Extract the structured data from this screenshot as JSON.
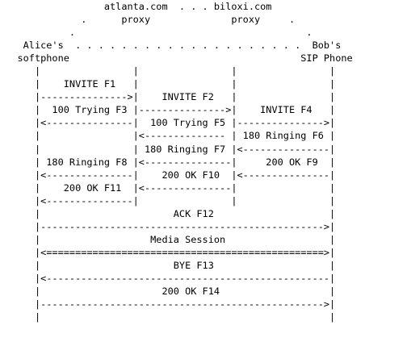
{
  "diagram": {
    "lines": [
      "                  atlanta.com  . . . biloxi.com",
      "              .      proxy              proxy     .",
      "            .                                        .",
      "    Alice's  . . . . . . . . . . . . . . . . . . . .  Bob's",
      "   softphone                                        SIP Phone",
      "      |                |                |                |",
      "      |    INVITE F1   |                |                |",
      "      |--------------->|    INVITE F2   |                |",
      "      |  100 Trying F3 |--------------->|    INVITE F4   |",
      "      |<---------------|  100 Trying F5 |--------------->|",
      "      |                |<-------------- | 180 Ringing F6 |",
      "      |                | 180 Ringing F7 |<---------------|",
      "      | 180 Ringing F8 |<---------------|     200 OK F9  |",
      "      |<---------------|    200 OK F10  |<---------------|",
      "      |    200 OK F11  |<---------------|                |",
      "      |<---------------|                |                |",
      "      |                       ACK F12                    |",
      "      |------------------------------------------------->|",
      "      |                   Media Session                  |",
      "      |<================================================>|",
      "      |                       BYE F13                    |",
      "      |<-------------------------------------------------|",
      "      |                     200 OK F14                   |",
      "      |------------------------------------------------->|",
      "      |                                                  |"
    ]
  }
}
